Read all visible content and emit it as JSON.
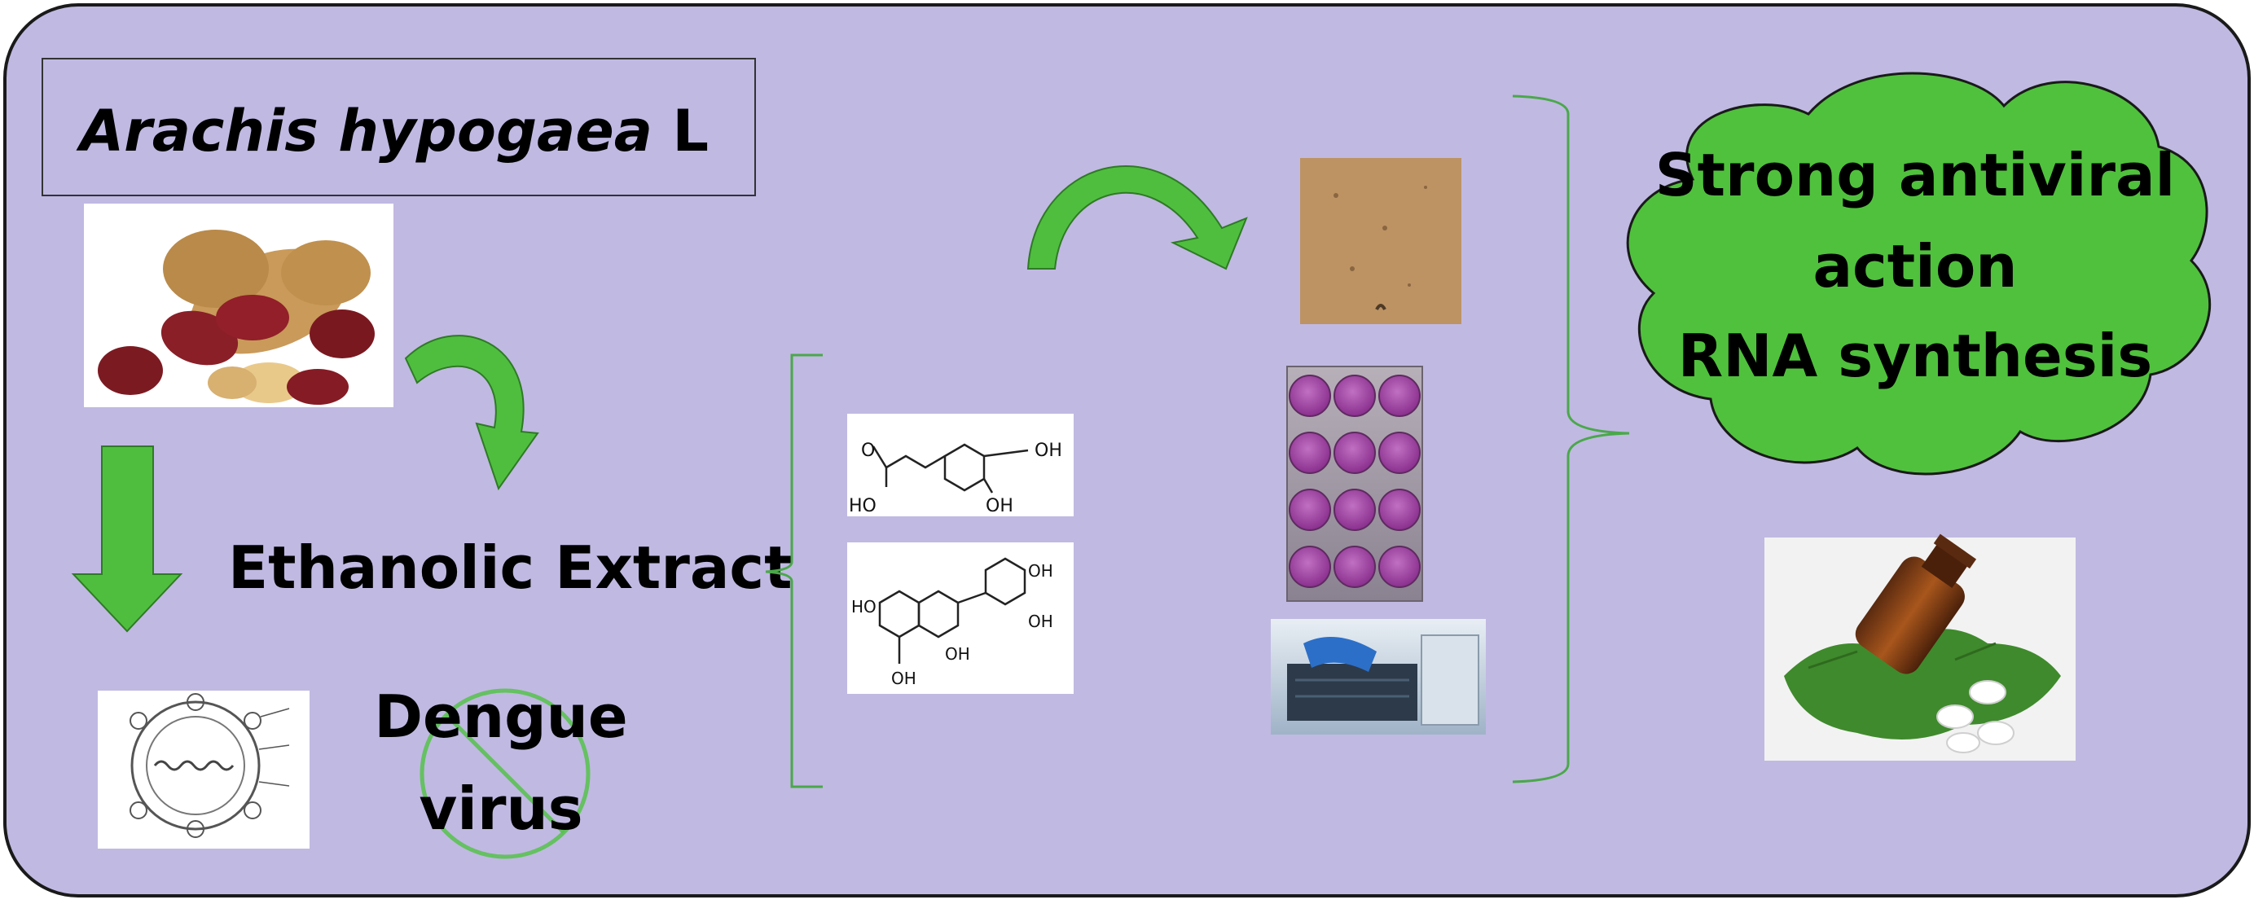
{
  "title": {
    "italic": "Arachis hypogaea",
    "suffix": " L"
  },
  "labels": {
    "extract": "Ethanolic Extract",
    "dengue_line1": "Dengue",
    "dengue_line2": "virus"
  },
  "cloud": {
    "line1": "Strong antiviral",
    "line2": "action",
    "line3": "RNA synthesis"
  },
  "molecules": {
    "caffeic": {
      "o": "O",
      "ho1": "HO",
      "oh1": "OH",
      "oh2": "OH"
    },
    "catechin": {
      "ho": "HO",
      "oh1": "OH",
      "oh2": "OH",
      "oh3": "OH",
      "oh4": "OH"
    }
  },
  "colors": {
    "panel_bg": "#c0b9e2",
    "arrow_green": "#4fbe3f",
    "cloud_green": "#50c13d",
    "bracket_green": "#4aa84a",
    "plate_purple": "#9a3d9b"
  },
  "icons": {
    "down_arrow": "down-arrow-icon",
    "curved_arrow": "curved-arrow-icon",
    "no_sign": "prohibition-icon"
  }
}
